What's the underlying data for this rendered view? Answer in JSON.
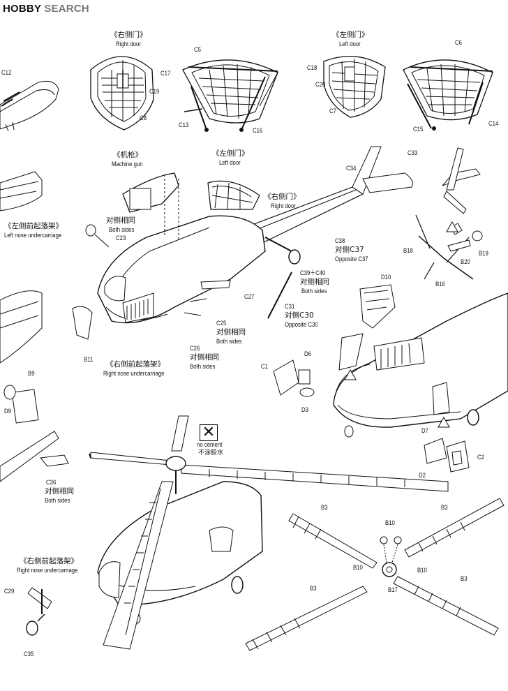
{
  "watermark": {
    "brand_a": "HOBBY",
    "brand_b": "SEARCH"
  },
  "labels": {
    "right_door_top": {
      "zh": "《右侧门》",
      "en": "Right door"
    },
    "left_door_top": {
      "zh": "《左侧门》",
      "en": "Left door"
    },
    "machine_gun": {
      "zh": "《机枪》",
      "en": "Machine gun"
    },
    "left_door_mid": {
      "zh": "《左侧门》",
      "en": "Left door"
    },
    "right_door_mid": {
      "zh": "《右侧门》",
      "en": "Right door"
    },
    "left_nose_uc": {
      "zh": "《左侧前起落架》",
      "en": "Left nose undercarriage"
    },
    "right_nose_uc_mid": {
      "zh": "《右侧前起落架》",
      "en": "Right nose undercarriage"
    },
    "right_nose_uc_bottom": {
      "zh": "《右侧前起落架》",
      "en": "Right nose undercarriage"
    },
    "both_sides_zh": "对侧相同",
    "both_sides_en": "Both sides",
    "c38": {
      "part": "C38",
      "zh": "对侧C37",
      "en": "Opposite C37"
    },
    "c39c40": {
      "part": "C39＋C40",
      "zh": "对侧相同",
      "en": "Both sides"
    },
    "c31": {
      "part": "C31",
      "zh": "对侧C30",
      "en": "Opposite C30"
    },
    "c25": {
      "part": "C25"
    },
    "c26": {
      "part": "C26"
    },
    "c23": {
      "part": "C23"
    },
    "c36": {
      "part": "C36"
    },
    "no_cement": {
      "en": "no cement",
      "zh": "不涂胶水"
    }
  },
  "part_numbers": [
    "C12",
    "C5",
    "C17",
    "C19",
    "C8",
    "C13",
    "C16",
    "C18",
    "C20",
    "C7",
    "C6",
    "C15",
    "C14",
    "C33",
    "C34",
    "C27",
    "B19",
    "B18",
    "B20",
    "B16",
    "D10",
    "B11",
    "B9",
    "D9",
    "C1",
    "D6",
    "D3",
    "D7",
    "C2",
    "D2",
    "B3",
    "B10",
    "B17",
    "C29",
    "C35"
  ],
  "colors": {
    "line": "#111111",
    "paper": "#ffffff"
  }
}
